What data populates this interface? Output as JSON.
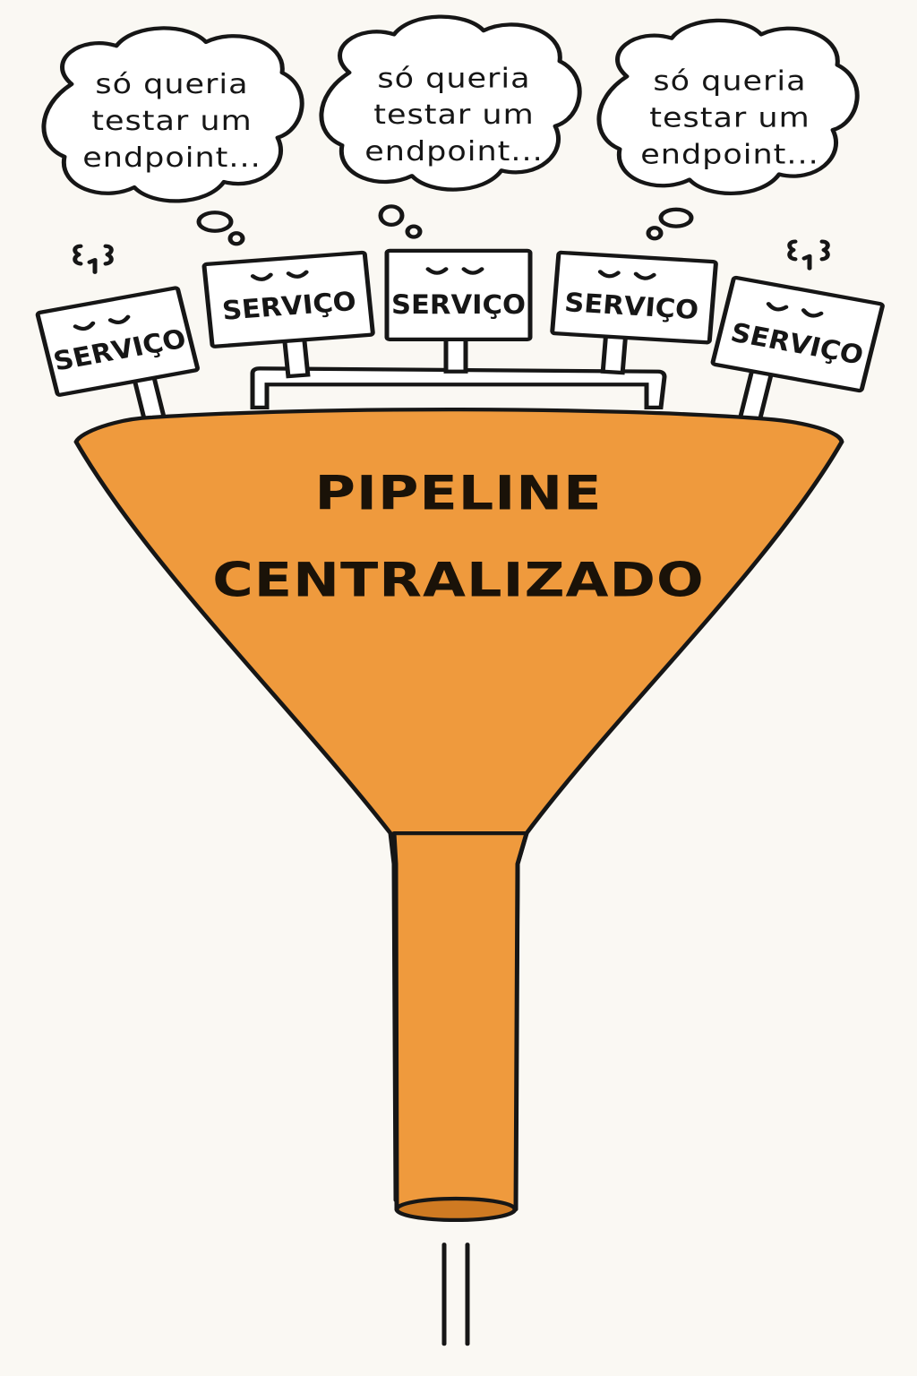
{
  "thoughts": [
    {
      "lines": [
        "só queria",
        "testar um",
        "endpoint..."
      ]
    },
    {
      "lines": [
        "só queria",
        "testar um",
        "endpoint..."
      ]
    },
    {
      "lines": [
        "só queria",
        "testar um",
        "endpoint..."
      ]
    }
  ],
  "signs": [
    {
      "label": "SERVIÇO"
    },
    {
      "label": "SERVIÇO"
    },
    {
      "label": "SERVIÇO"
    },
    {
      "label": "SERVIÇO"
    },
    {
      "label": "SERVIÇO"
    }
  ],
  "funnel": {
    "line1": "PIPELINE",
    "line2": "CENTRALIZADO"
  },
  "colors": {
    "funnel": "#ef9a3d",
    "ink": "#161616",
    "background": "#faf8f3"
  }
}
